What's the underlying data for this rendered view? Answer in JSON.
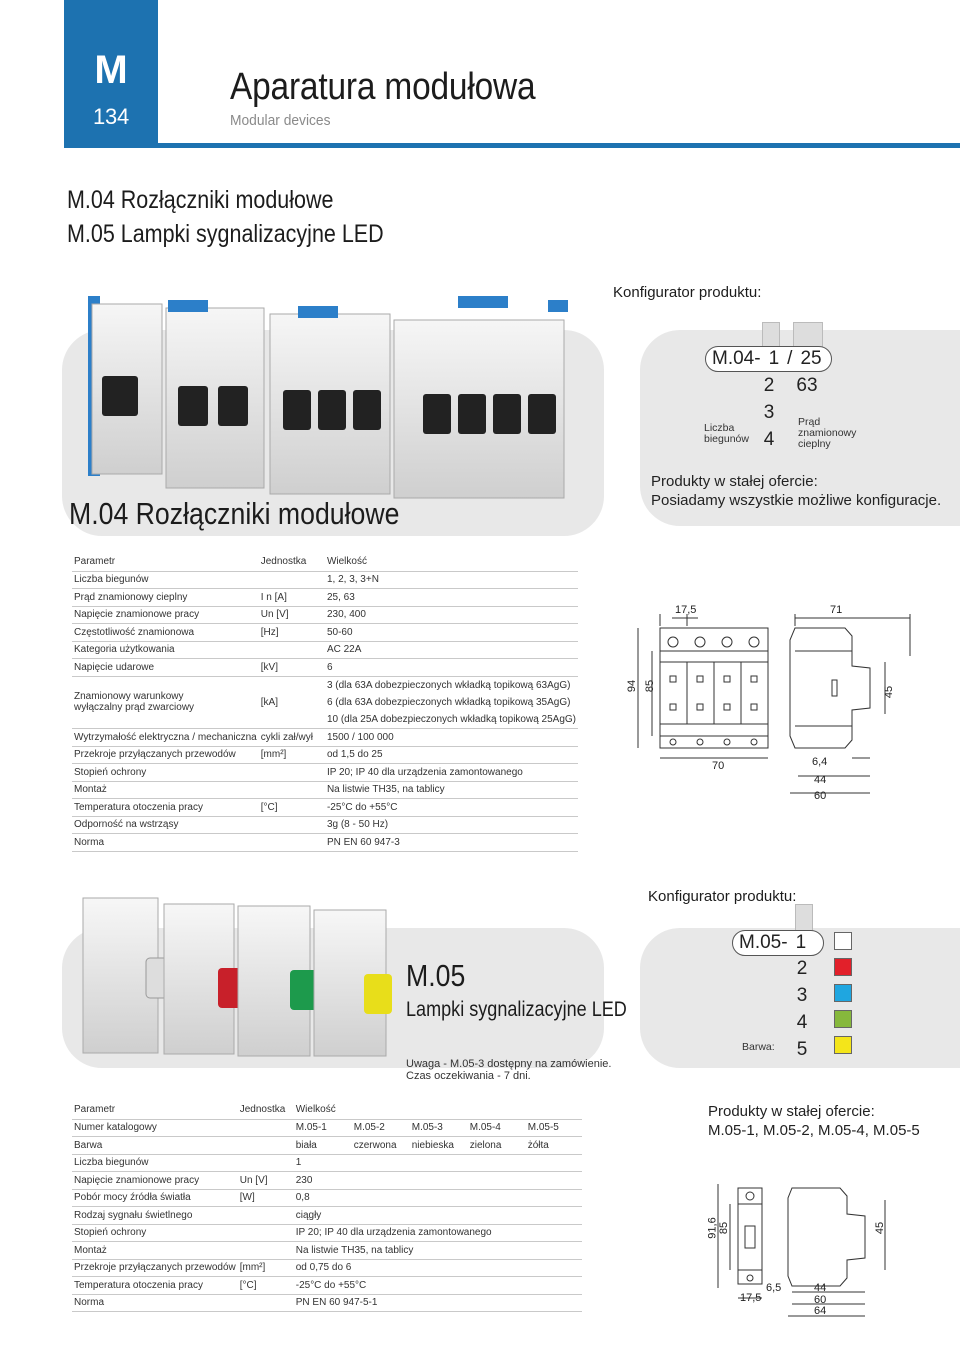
{
  "header": {
    "section_letter": "M",
    "page_number": "134",
    "title": "Aparatura modułowa",
    "subtitle": "Modular devices"
  },
  "sections": {
    "line1": "M.04 Rozłączniki modułowe",
    "line2": "M.05 Lampki sygnalizacyjne LED"
  },
  "m04": {
    "heading": "M.04 Rozłączniki modułowe",
    "configurator": {
      "title": "Konfigurator produktu:",
      "prefix": "M.04-",
      "sep": "/",
      "poles": [
        "1",
        "2",
        "3",
        "4"
      ],
      "currents": [
        "25",
        "63"
      ],
      "poles_label": [
        "Liczba",
        "biegunów"
      ],
      "current_label": [
        "Prąd",
        "znamionowy",
        "cieplny"
      ]
    },
    "offer": {
      "title": "Produkty w stałej ofercie:",
      "text": "Posiadamy wszystkie możliwe konfiguracje."
    },
    "table": {
      "headers": [
        "Parametr",
        "Jednostka",
        "Wielkość"
      ],
      "rows": [
        [
          "Liczba biegunów",
          "",
          "1, 2, 3, 3+N"
        ],
        [
          "Prąd znamionowy cieplny",
          "I n  [A]",
          "25, 63"
        ],
        [
          "Napięcie znamionowe pracy",
          "Un  [V]",
          "230, 400"
        ],
        [
          "Częstotliwość znamionowa",
          "[Hz]",
          "50-60"
        ],
        [
          "Kategoria użytkowania",
          "",
          "AC 22A"
        ],
        [
          "Napięcie udarowe",
          "[kV]",
          "6"
        ]
      ],
      "short_circuit": {
        "param": [
          "Znamionowy warunkowy",
          "wyłączalny prąd zwarciowy"
        ],
        "unit": "[kA]",
        "values": [
          "3 (dla 63A dobezpieczonych wkładką topikową 63AgG)",
          "6 (dla 63A dobezpieczonych wkładką topikową 35AgG)",
          "10 (dla 25A dobezpieczonych wkładką topikową 25AgG)"
        ]
      },
      "rows2": [
        [
          "Wytrzymałość elektryczna / mechaniczna",
          "cykli zał/wył",
          "1500 / 100 000"
        ],
        [
          "Przekroje przyłączanych przewodów",
          "[mm²]",
          "od 1,5 do 25"
        ],
        [
          "Stopień ochrony",
          "",
          "IP 20; IP 40 dla urządzenia zamontowanego"
        ],
        [
          "Montaż",
          "",
          "Na listwie TH35, na tablicy"
        ],
        [
          "Temperatura otoczenia pracy",
          "[°C]",
          "-25°C do +55°C"
        ],
        [
          "Odporność na wstrząsy",
          "",
          "3g (8 - 50 Hz)"
        ],
        [
          "Norma",
          "",
          "PN EN 60 947-3"
        ]
      ]
    },
    "dims": {
      "d1": "17,5",
      "d2": "71",
      "d3": "94",
      "d4": "85",
      "d5": "45",
      "d6": "70",
      "d7": "6,4",
      "d8": "44",
      "d9": "60"
    }
  },
  "m05": {
    "code": "M.05",
    "heading": "Lampki sygnalizacyjne LED",
    "note": [
      "Uwaga - M.05-3 dostępny na zamówienie.",
      "Czas oczekiwania - 7 dni."
    ],
    "configurator": {
      "title": "Konfigurator produktu:",
      "prefix": "M.05-",
      "options": [
        "1",
        "2",
        "3",
        "4",
        "5"
      ],
      "color_label": "Barwa:",
      "colors": [
        "#ffffff",
        "#e2202a",
        "#1fa6e0",
        "#86b83c",
        "#f4e51a"
      ]
    },
    "offer": {
      "title": "Produkty w stałej ofercie:",
      "text": "M.05-1, M.05-2, M.05-4, M.05-5"
    },
    "table": {
      "headers": [
        "Parametr",
        "Jednostka",
        "Wielkość"
      ],
      "catalog": {
        "label": "Numer katalogowy",
        "values": [
          "M.05-1",
          "M.05-2",
          "M.05-3",
          "M.05-4",
          "M.05-5"
        ]
      },
      "color_row": {
        "label": "Barwa",
        "values": [
          "biała",
          "czerwona",
          "niebieska",
          "zielona",
          "żółta"
        ]
      },
      "rows": [
        [
          "Liczba biegunów",
          "",
          "1"
        ],
        [
          "Napięcie znamionowe pracy",
          "Un  [V]",
          "230"
        ],
        [
          "Pobór mocy źródła światła",
          "[W]",
          "0,8"
        ],
        [
          "Rodzaj sygnału świetlnego",
          "",
          "ciągły"
        ],
        [
          "Stopień ochrony",
          "",
          "IP 20; IP 40 dla urządzenia zamontowanego"
        ],
        [
          "Montaż",
          "",
          "Na listwie TH35, na tablicy"
        ],
        [
          "Przekroje przyłączanych przewodów",
          "[mm²]",
          "od 0,75 do 6"
        ],
        [
          "Temperatura otoczenia pracy",
          "[°C]",
          "-25°C do +55°C"
        ],
        [
          "Norma",
          "",
          "PN EN 60 947-5-1"
        ]
      ]
    },
    "dims": {
      "d1": "91,6",
      "d2": "85",
      "d3": "45",
      "d4": "6,5",
      "d5": "44",
      "d6": "60",
      "d7": "64",
      "d8": "17,5"
    }
  }
}
